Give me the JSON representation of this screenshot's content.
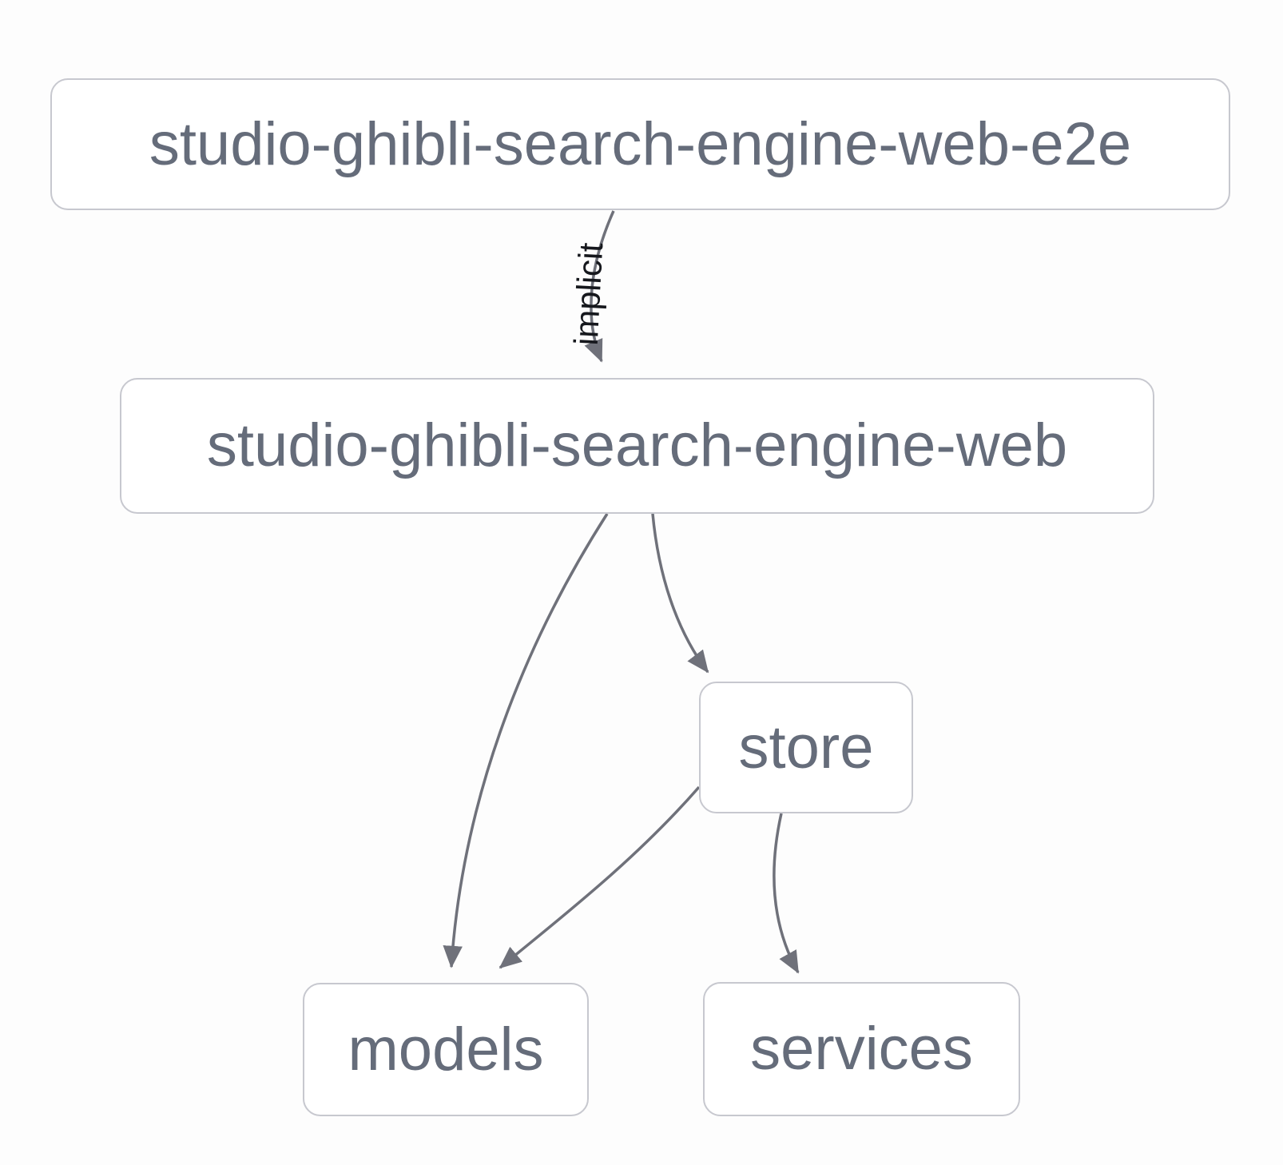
{
  "diagram": {
    "nodes": [
      {
        "id": "studio-ghibli-search-engine-web-e2e",
        "label": "studio-ghibli-search-engine-web-e2e"
      },
      {
        "id": "studio-ghibli-search-engine-web",
        "label": "studio-ghibli-search-engine-web"
      },
      {
        "id": "store",
        "label": "store"
      },
      {
        "id": "models",
        "label": "models"
      },
      {
        "id": "services",
        "label": "services"
      }
    ],
    "edges": [
      {
        "source": "studio-ghibli-search-engine-web-e2e",
        "target": "studio-ghibli-search-engine-web",
        "label": "implicit"
      },
      {
        "source": "studio-ghibli-search-engine-web",
        "target": "models",
        "label": ""
      },
      {
        "source": "studio-ghibli-search-engine-web",
        "target": "store",
        "label": ""
      },
      {
        "source": "store",
        "target": "models",
        "label": ""
      },
      {
        "source": "store",
        "target": "services",
        "label": ""
      }
    ],
    "colors": {
      "background": "#fdfdfd",
      "node_background": "#ffffff",
      "node_border": "#c7c8cf",
      "node_text": "#656c7a",
      "edge": "#6f717a",
      "edge_label_text": "#16181d"
    }
  }
}
